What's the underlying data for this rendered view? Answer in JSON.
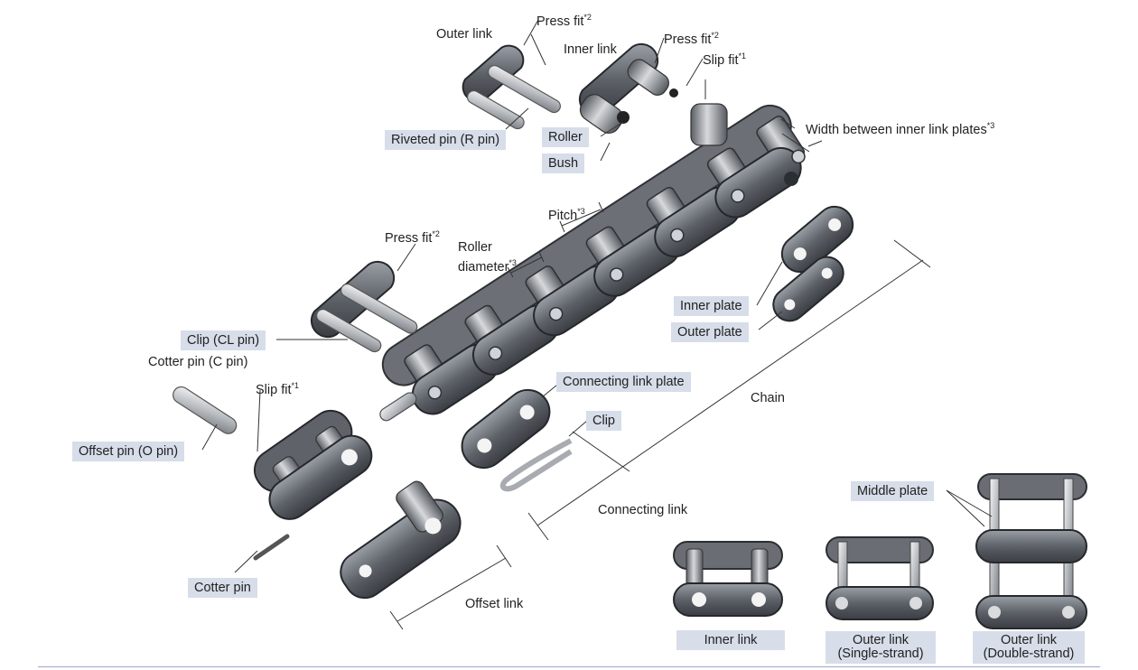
{
  "labels": {
    "outer_link": "Outer link",
    "press_fit_top1": "Press fit",
    "press_fit_top1_sup": "*2",
    "inner_link": "Inner link",
    "press_fit_top2": "Press fit",
    "press_fit_top2_sup": "*2",
    "slip_fit_top": "Slip fit",
    "slip_fit_top_sup": "*1",
    "riveted_pin": "Riveted pin (R pin)",
    "roller": "Roller",
    "bush": "Bush",
    "width_between": "Width between inner link plates",
    "width_between_sup": "*3",
    "pitch": "Pitch",
    "pitch_sup": "*3",
    "press_fit_mid": "Press fit",
    "press_fit_mid_sup": "*2",
    "roller_diameter_1": "Roller",
    "roller_diameter_2": "diameter",
    "roller_diameter_sup": "*3",
    "inner_plate": "Inner plate",
    "outer_plate": "Outer plate",
    "clip_cl_pin": "Clip (CL pin)",
    "cotter_pin_c": "Cotter pin (C pin)",
    "slip_fit_mid": "Slip fit",
    "slip_fit_mid_sup": "*1",
    "connecting_link_plate": "Connecting link plate",
    "clip": "Clip",
    "chain": "Chain",
    "offset_pin": "Offset pin (O pin)",
    "connecting_link": "Connecting link",
    "middle_plate": "Middle plate",
    "cotter_pin": "Cotter pin",
    "offset_link": "Offset link",
    "inner_link_bottom": "Inner link",
    "outer_link_single_1": "Outer link",
    "outer_link_single_2": "(Single-strand)",
    "outer_link_double_1": "Outer link",
    "outer_link_double_2": "(Double-strand)"
  },
  "colors": {
    "label_box": "#d7dde9",
    "metal_dark": "#4a4d52",
    "metal_mid": "#8b8f96",
    "metal_light": "#d9dbde",
    "leader": "#333333",
    "bottom_rule": "#9aa7c8"
  }
}
